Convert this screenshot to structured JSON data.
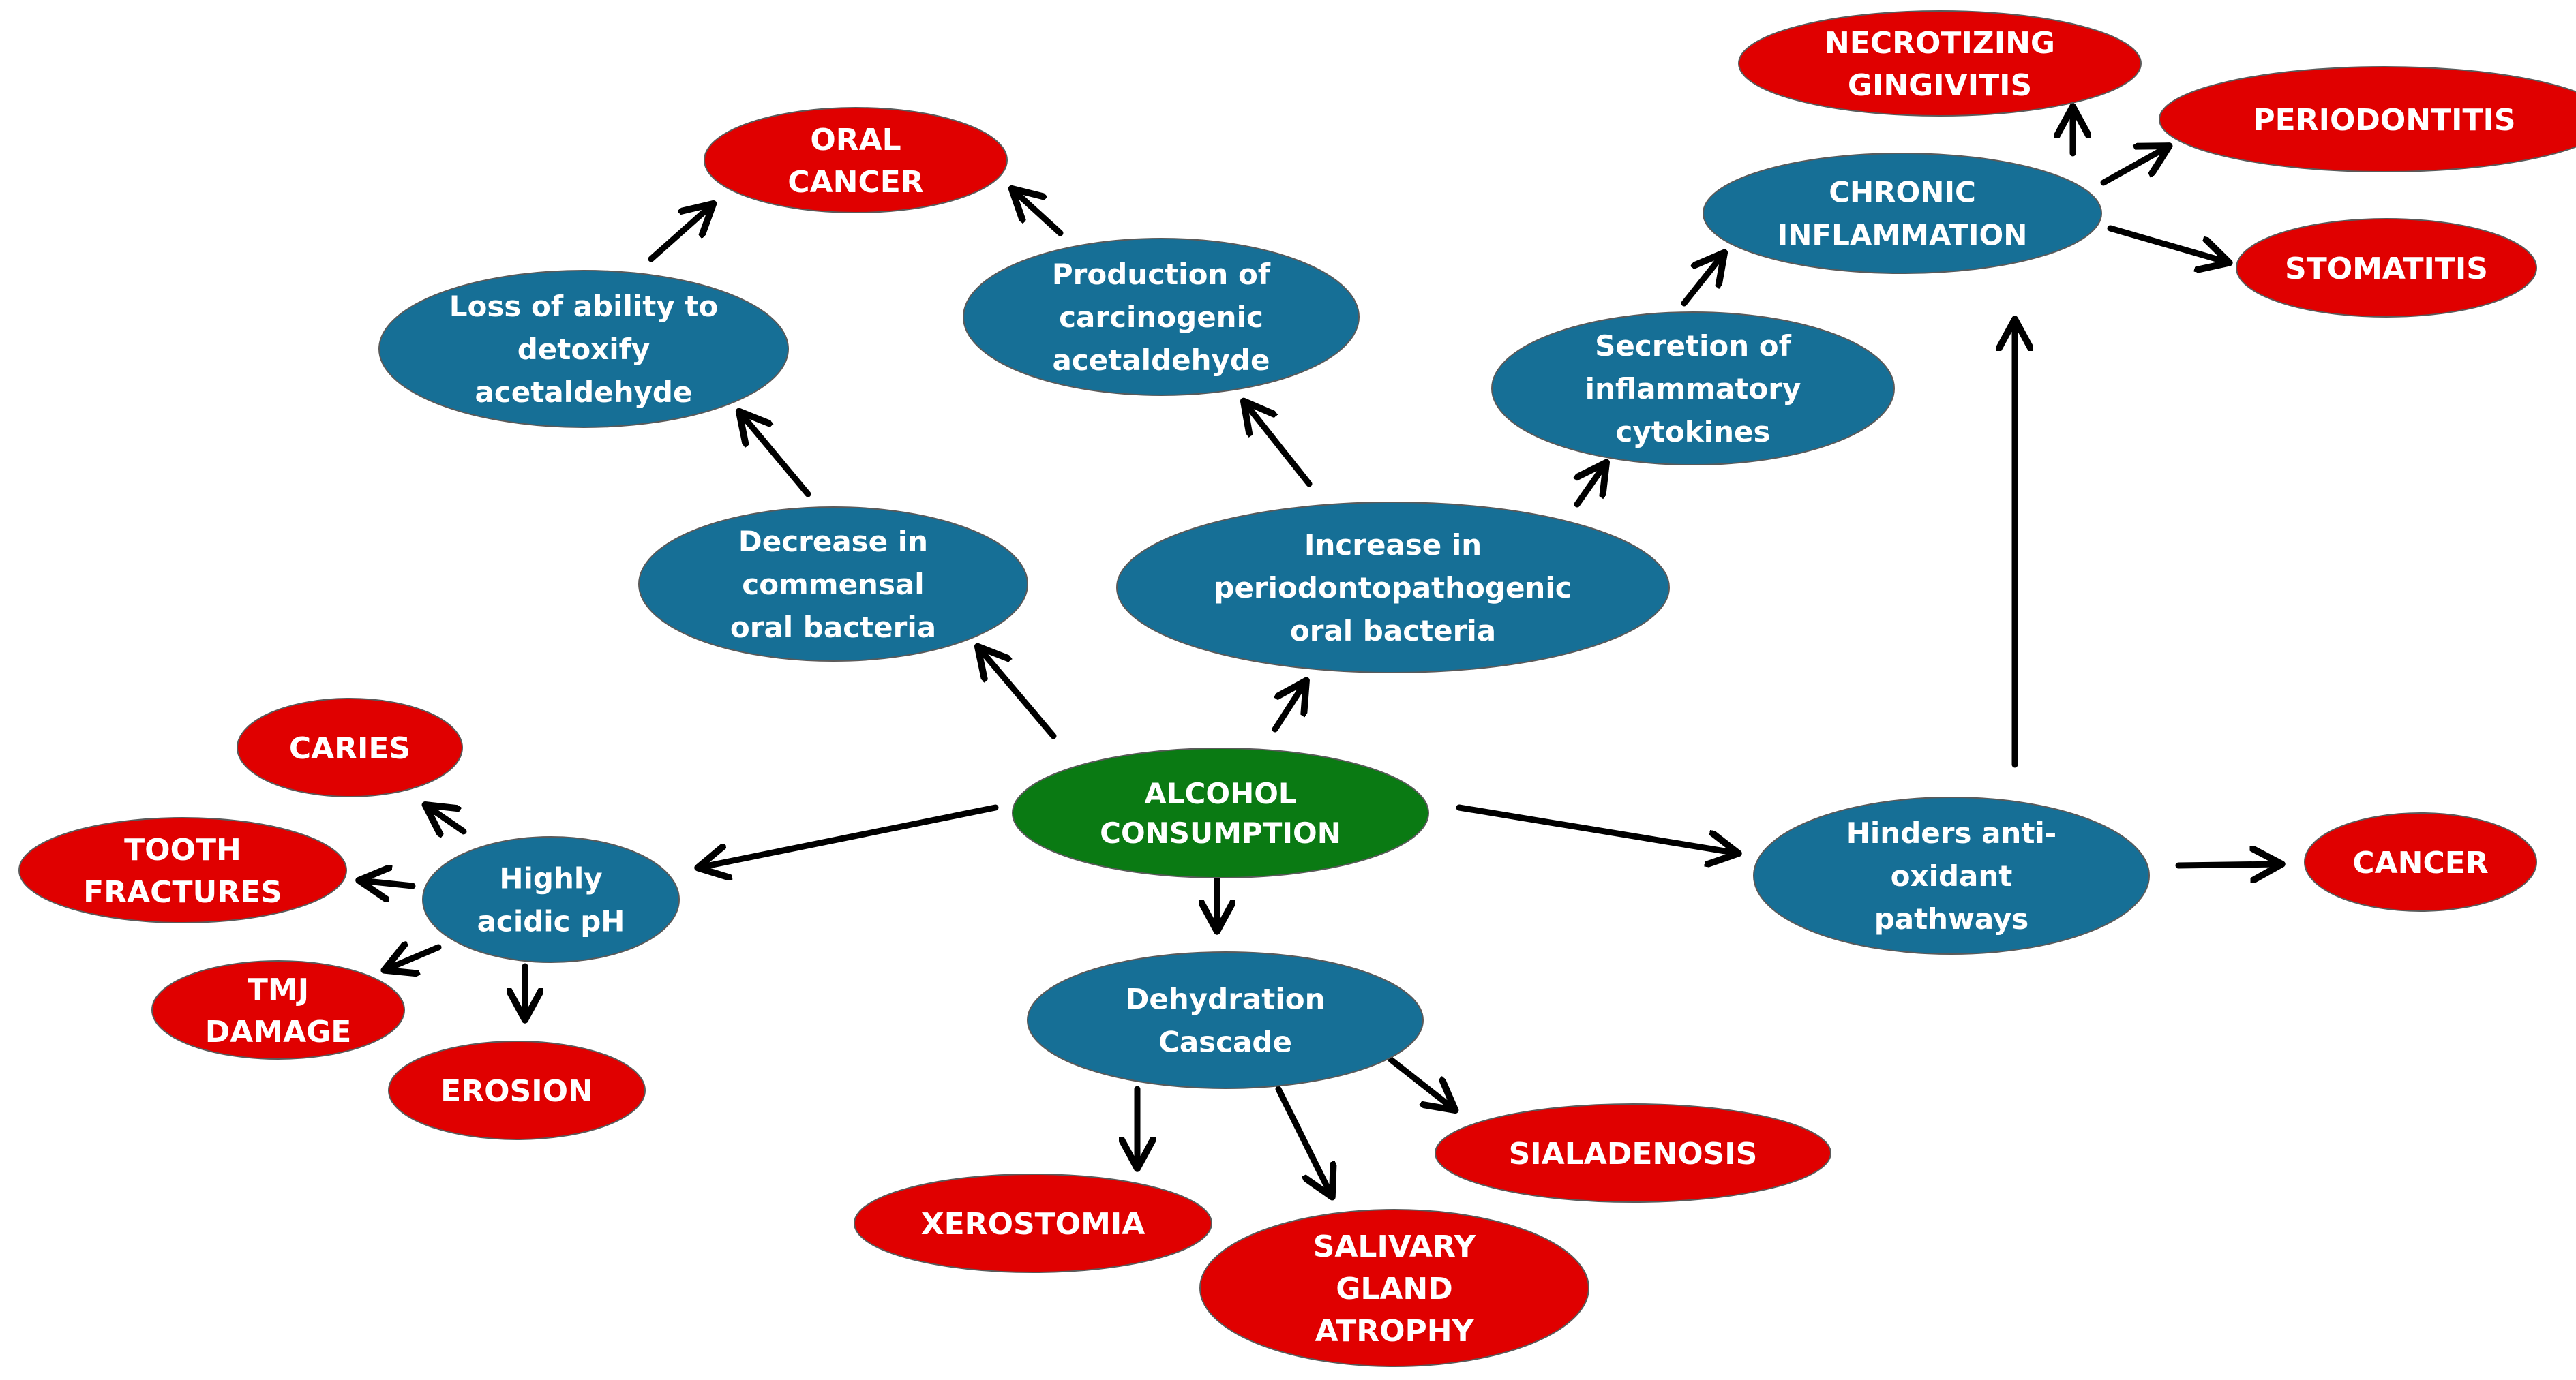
{
  "colors": {
    "root": "#0a7a13",
    "mechanism": "#166f96",
    "outcome": "#e00000",
    "text": "#ffffff",
    "arrow": "#000000"
  },
  "nodes": {
    "alcohol": {
      "label": "ALCOHOL\nCONSUMPTION",
      "kind": "root"
    },
    "decrease_commensal": {
      "label": "Decrease in\ncommensal\noral bacteria",
      "kind": "mechanism"
    },
    "increase_perio": {
      "label": "Increase in\nperiodontopathogenic\noral bacteria",
      "kind": "mechanism"
    },
    "loss_detox": {
      "label": "Loss of ability to\ndetoxify\nacetaldehyde",
      "kind": "mechanism"
    },
    "production_acet": {
      "label": "Production of\ncarcinogenic\nacetaldehyde",
      "kind": "mechanism"
    },
    "secretion_cyto": {
      "label": "Secretion of\ninflammatory\ncytokines",
      "kind": "mechanism"
    },
    "chronic_infl": {
      "label": "CHRONIC\nINFLAMMATION",
      "kind": "mechanism"
    },
    "highly_acidic": {
      "label": "Highly\nacidic pH",
      "kind": "mechanism"
    },
    "dehydration": {
      "label": "Dehydration\nCascade",
      "kind": "mechanism"
    },
    "hinders_antiox": {
      "label": "Hinders anti-\noxidant\npathways",
      "kind": "mechanism"
    },
    "oral_cancer": {
      "label": "ORAL\nCANCER",
      "kind": "outcome"
    },
    "necrotizing": {
      "label": "NECROTIZING\nGINGIVITIS",
      "kind": "outcome"
    },
    "periodontitis": {
      "label": "PERIODONTITIS",
      "kind": "outcome"
    },
    "stomatitis": {
      "label": "STOMATITIS",
      "kind": "outcome"
    },
    "caries": {
      "label": "CARIES",
      "kind": "outcome"
    },
    "tooth_fractures": {
      "label": "TOOTH\nFRACTURES",
      "kind": "outcome"
    },
    "tmj_damage": {
      "label": "TMJ\nDAMAGE",
      "kind": "outcome"
    },
    "erosion": {
      "label": "EROSION",
      "kind": "outcome"
    },
    "cancer": {
      "label": "CANCER",
      "kind": "outcome"
    },
    "xerostomia": {
      "label": "XEROSTOMIA",
      "kind": "outcome"
    },
    "salivary_atrophy": {
      "label": "SALIVARY\nGLAND\nATROPHY",
      "kind": "outcome"
    },
    "sialadenosis": {
      "label": "SIALADENOSIS",
      "kind": "outcome"
    }
  },
  "edges": [
    {
      "from": "alcohol",
      "to": "decrease_commensal"
    },
    {
      "from": "alcohol",
      "to": "increase_perio"
    },
    {
      "from": "alcohol",
      "to": "highly_acidic"
    },
    {
      "from": "alcohol",
      "to": "dehydration"
    },
    {
      "from": "alcohol",
      "to": "hinders_antiox"
    },
    {
      "from": "decrease_commensal",
      "to": "loss_detox"
    },
    {
      "from": "loss_detox",
      "to": "oral_cancer"
    },
    {
      "from": "increase_perio",
      "to": "production_acet"
    },
    {
      "from": "production_acet",
      "to": "oral_cancer"
    },
    {
      "from": "increase_perio",
      "to": "secretion_cyto"
    },
    {
      "from": "secretion_cyto",
      "to": "chronic_infl"
    },
    {
      "from": "chronic_infl",
      "to": "necrotizing"
    },
    {
      "from": "chronic_infl",
      "to": "periodontitis"
    },
    {
      "from": "chronic_infl",
      "to": "stomatitis"
    },
    {
      "from": "hinders_antiox",
      "to": "chronic_infl"
    },
    {
      "from": "hinders_antiox",
      "to": "cancer"
    },
    {
      "from": "highly_acidic",
      "to": "caries"
    },
    {
      "from": "highly_acidic",
      "to": "tooth_fractures"
    },
    {
      "from": "highly_acidic",
      "to": "tmj_damage"
    },
    {
      "from": "highly_acidic",
      "to": "erosion"
    },
    {
      "from": "dehydration",
      "to": "xerostomia"
    },
    {
      "from": "dehydration",
      "to": "salivary_atrophy"
    },
    {
      "from": "dehydration",
      "to": "sialadenosis"
    }
  ]
}
